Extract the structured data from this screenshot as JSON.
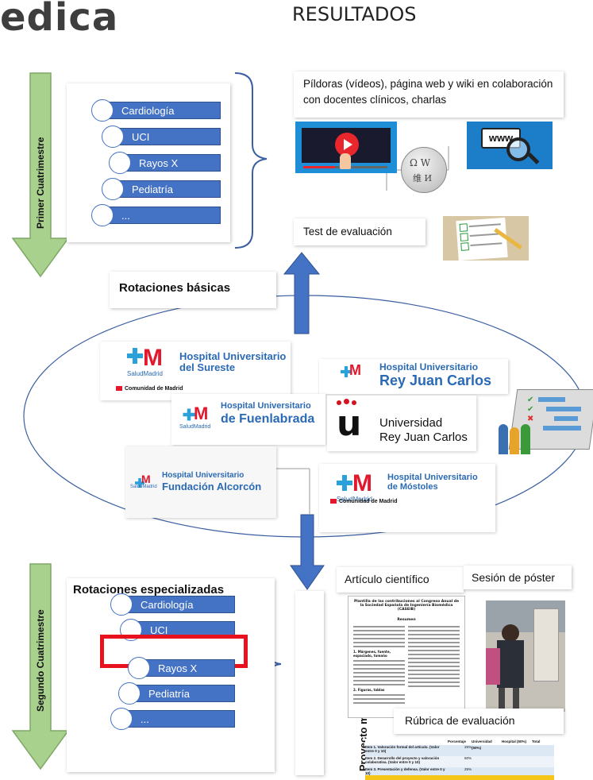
{
  "header": {
    "title_fragment": "edica",
    "results": "RESULTADOS"
  },
  "first_term": {
    "label": "Primer Cuatrimestre",
    "rotations": [
      "Cardiología",
      "UCI",
      "Rayos X",
      "Pediatría",
      "..."
    ],
    "results_text": "Píldoras (vídeos), página web y wiki en colaboración con docentes clínicos, charlas",
    "test_label": "Test de evaluación"
  },
  "basic_rotations": "Rotaciones básicas",
  "hospitals": {
    "sureste": {
      "line1": "Hospital Universitario",
      "line2": "del Sureste",
      "salud": "SaludMadrid",
      "cm": "Comunidad de Madrid"
    },
    "reyjuan": {
      "line1": "Hospital Universitario",
      "line2": "Rey Juan Carlos"
    },
    "fuenlabrada": {
      "line1": "Hospital Universitario",
      "line2": "de Fuenlabrada",
      "salud": "SaludMadrid"
    },
    "urjc": {
      "line1": "Universidad",
      "line2": "Rey Juan Carlos"
    },
    "alcorcon": {
      "line1": "Hospital Universitario",
      "line2": "Fundación Alcorcón",
      "salud": "SaludMadrid"
    },
    "mostoles": {
      "line1": "Hospital Universitario",
      "line2": "de Móstoles",
      "salud": "SaludMadrid",
      "cm": "Comunidad de Madrid"
    }
  },
  "second_term": {
    "label": "Segundo Cuatrimestre",
    "heading": "Rotaciones especializadas",
    "rotations": [
      "Cardiología",
      "UCI",
      "Rayos X",
      "Pediatría",
      "..."
    ],
    "highlighted": "UCI",
    "project_label": "Proyecto multidisciplinar",
    "article_label": "Artículo científico",
    "poster_label": "Sesión de póster",
    "rubric_label": "Rúbrica de evaluación"
  },
  "article": {
    "title": "Plantilla de las contribuciones al Congreso Anual de la Sociedad Española de Ingeniería Biomédica (CASEIB)",
    "section": "Resumen",
    "h1": "1. Márgenes, fuente, espaciado, tamaño",
    "h2": "2. Figuras, tablas"
  },
  "rubric": {
    "headers": [
      "Porcentaje",
      "Universidad (50%)",
      "Hospital (50%)",
      "Total"
    ],
    "rows": [
      {
        "label": "Item 1. Valoración formal del artículo. (Valor entre 0 y 10)",
        "pct": "25%"
      },
      {
        "label": "Item 2. Desarrollo del proyecto y valoración colaborativa. (Valor entre 0 y 10)",
        "pct": "50%"
      },
      {
        "label": "Item 3. Presentación y defensa. (Valor entre 0 y 10)",
        "pct": "25%"
      }
    ]
  },
  "colors": {
    "pill": "#4472c4",
    "arrow_green": "#a9d18e",
    "arrow_blue": "#4472c4",
    "highlight": "#e8121e"
  }
}
